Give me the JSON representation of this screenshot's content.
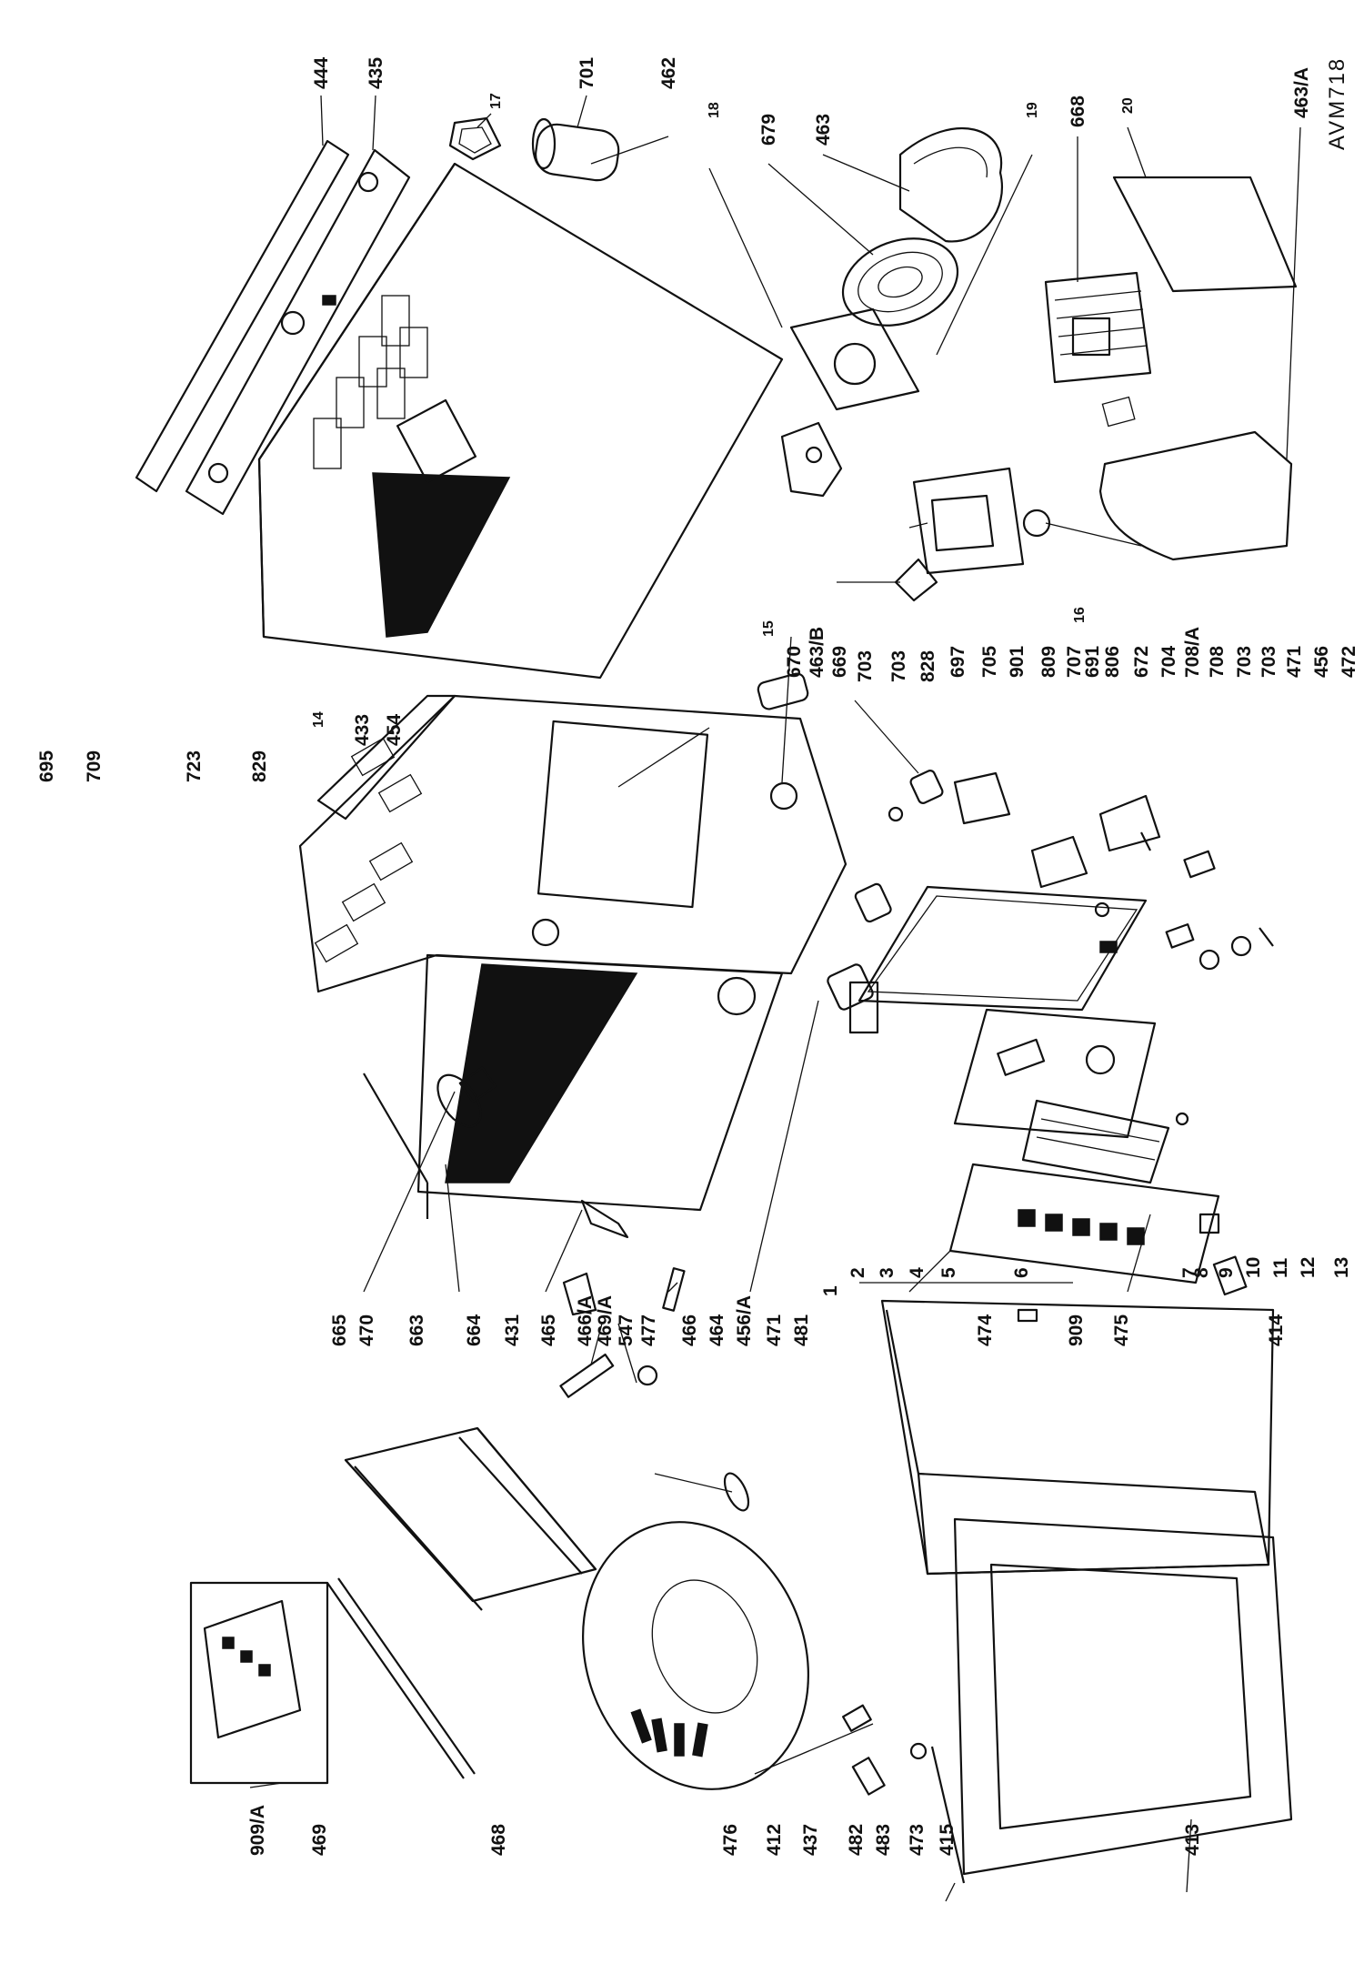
{
  "drawing_code": "AVM718",
  "labels": {
    "l_444": "444",
    "l_435": "435",
    "l_17": "17",
    "l_701": "701",
    "l_462": "462",
    "l_18": "18",
    "l_679": "679",
    "l_463": "463",
    "l_19": "19",
    "l_668": "668",
    "l_20": "20",
    "l_463a": "463/A",
    "l_695": "695",
    "l_709": "709",
    "l_723": "723",
    "l_829": "829",
    "l_14": "14",
    "l_433": "433",
    "l_454": "454",
    "l_15": "15",
    "l_670": "670",
    "l_463b": "463/B",
    "l_669": "669",
    "l_703a": "703",
    "l_703b": "703",
    "l_828": "828",
    "l_697": "697",
    "l_705": "705",
    "l_901": "901",
    "l_809": "809",
    "l_16": "16",
    "l_707": "707",
    "l_691": "691",
    "l_806": "806",
    "l_672": "672",
    "l_704": "704",
    "l_708a": "708/A",
    "l_708": "708",
    "l_703c": "703",
    "l_703d": "703",
    "l_471b": "471",
    "l_456": "456",
    "l_472": "472",
    "l_665": "665",
    "l_470": "470",
    "l_663": "663",
    "l_664": "664",
    "l_431": "431",
    "l_465": "465",
    "l_466a": "466/A",
    "l_469a": "469/A",
    "l_547": "547",
    "l_477": "477",
    "l_466": "466",
    "l_464": "464",
    "l_456a": "456/A",
    "l_471": "471",
    "l_481": "481",
    "l_1": "1",
    "l_2": "2",
    "l_3": "3",
    "l_4": "4",
    "l_5": "5",
    "l_6": "6",
    "l_7": "7",
    "l_8": "8",
    "l_9": "9",
    "l_10": "10",
    "l_11": "11",
    "l_12": "12",
    "l_13": "13",
    "l_909": "909",
    "l_474": "474",
    "l_475": "475",
    "l_414": "414",
    "l_909a": "909/A",
    "l_469": "469",
    "l_468": "468",
    "l_476": "476",
    "l_412": "412",
    "l_437": "437",
    "l_482": "482",
    "l_483": "483",
    "l_473": "473",
    "l_415": "415",
    "l_413": "413"
  }
}
